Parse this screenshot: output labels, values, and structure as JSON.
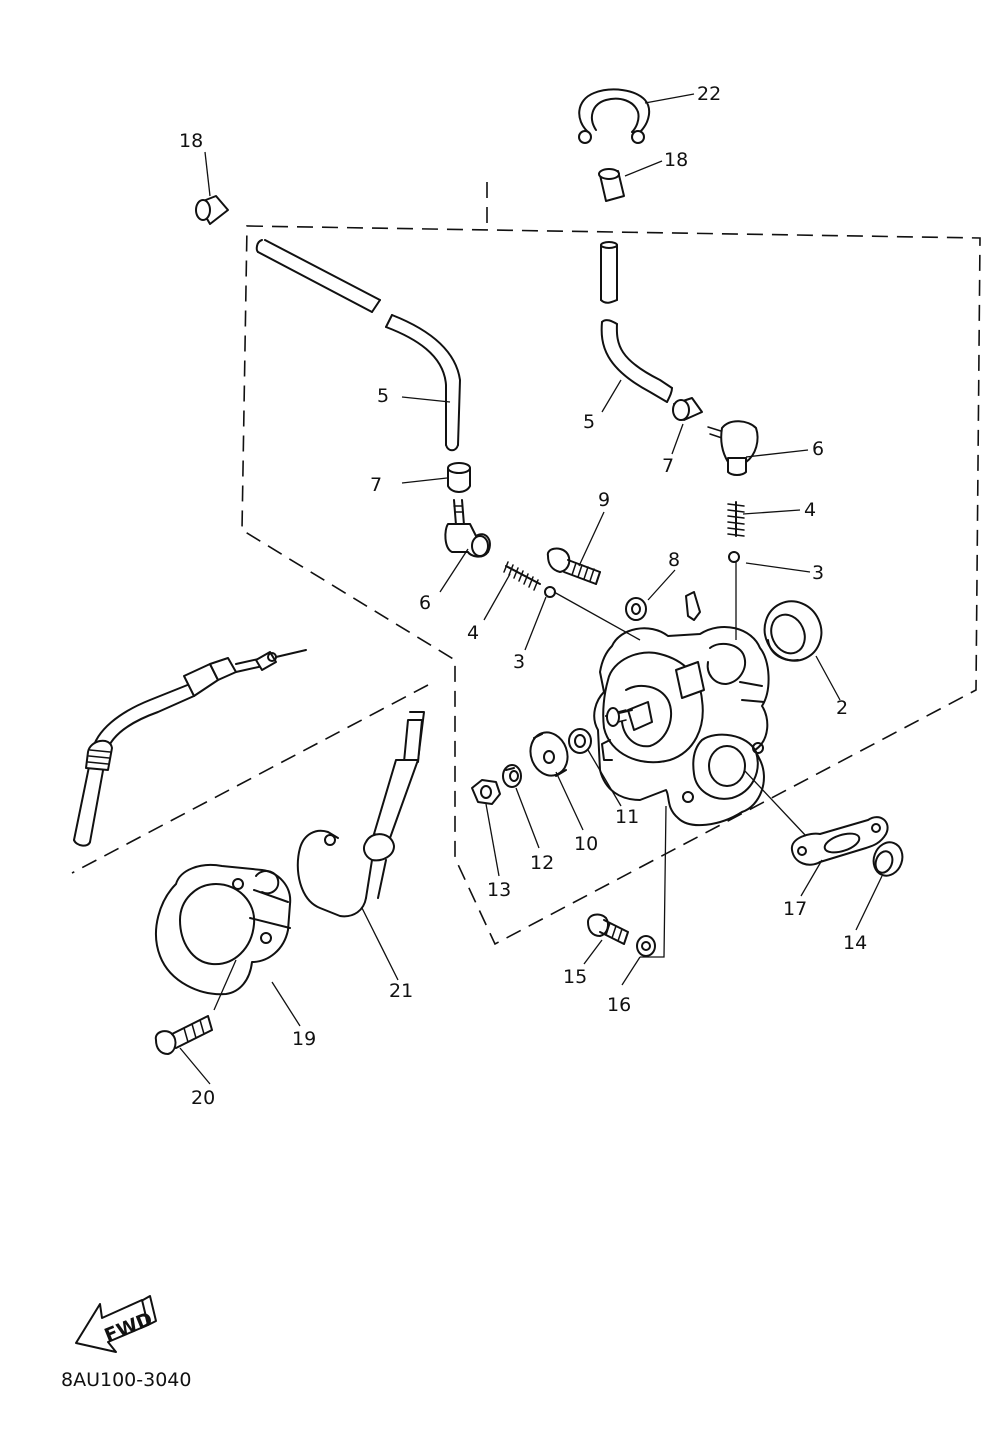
{
  "diagram": {
    "part_code": "8AU100-3040",
    "fwd_label": "FWD",
    "callouts": [
      "22",
      "18",
      "18",
      "5",
      "5",
      "7",
      "7",
      "6",
      "6",
      "9",
      "8",
      "4",
      "4",
      "3",
      "3",
      "2",
      "10",
      "11",
      "12",
      "13",
      "17",
      "14",
      "15",
      "16",
      "21",
      "19",
      "20"
    ]
  }
}
